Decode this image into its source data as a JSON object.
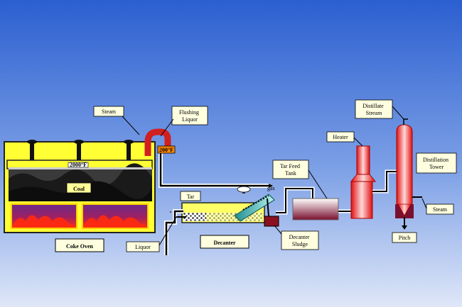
{
  "labels": {
    "steam_top": "Steam",
    "flushing_liquor": [
      "Flushing",
      "Liquor"
    ],
    "temp_oven": "2000°F",
    "temp_riser": "200°F",
    "coal": "Coal",
    "coke_oven": "Coke Oven",
    "gas": "gas",
    "tar": "Tar",
    "liquor": "Liquor",
    "decanter": "Decanter",
    "decanter_sludge": [
      "Decanter",
      "Sludge"
    ],
    "tar_feed_tank": [
      "Tar Feed",
      "Tank"
    ],
    "heater": "Heater",
    "distillate_stream": [
      "Distillate",
      "Stream"
    ],
    "distillation_tower": [
      "Distillation",
      "Tower"
    ],
    "steam_bottom": "Steam",
    "pitch": "Pitch"
  },
  "colors": {
    "sky_top": "#2b5fd0",
    "sky_bottom": "#dde6f8",
    "oven_yellow": "#ffff33",
    "oven_purple": "#6a2a8a",
    "oven_frame": "#333333",
    "hot_red": "#e01010",
    "pipe_white": "#ffffff",
    "pipe_black": "#000000",
    "label_box": "#ffffe0",
    "sludge_red": "#8a1020",
    "tank_maroon": "#7a1030"
  }
}
